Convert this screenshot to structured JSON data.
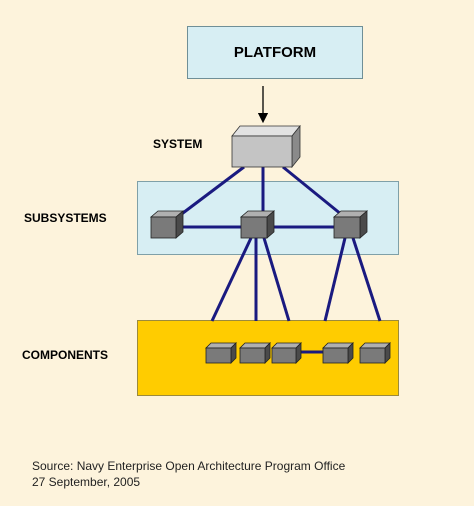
{
  "platform": {
    "label": "PLATFORM"
  },
  "levels": {
    "system": "SYSTEM",
    "subsystems": "SUBSYSTEMS",
    "components": "COMPONENTS"
  },
  "source": {
    "line1": "Source:  Navy Enterprise Open Architecture Program Office",
    "line2": "27 September, 2005"
  },
  "colors": {
    "background": "#fdf3dc",
    "band_blue": "#d7eef3",
    "band_yellow": "#ffcc00",
    "connector": "#1a1a80",
    "node_gray": "#7a7a7a"
  }
}
